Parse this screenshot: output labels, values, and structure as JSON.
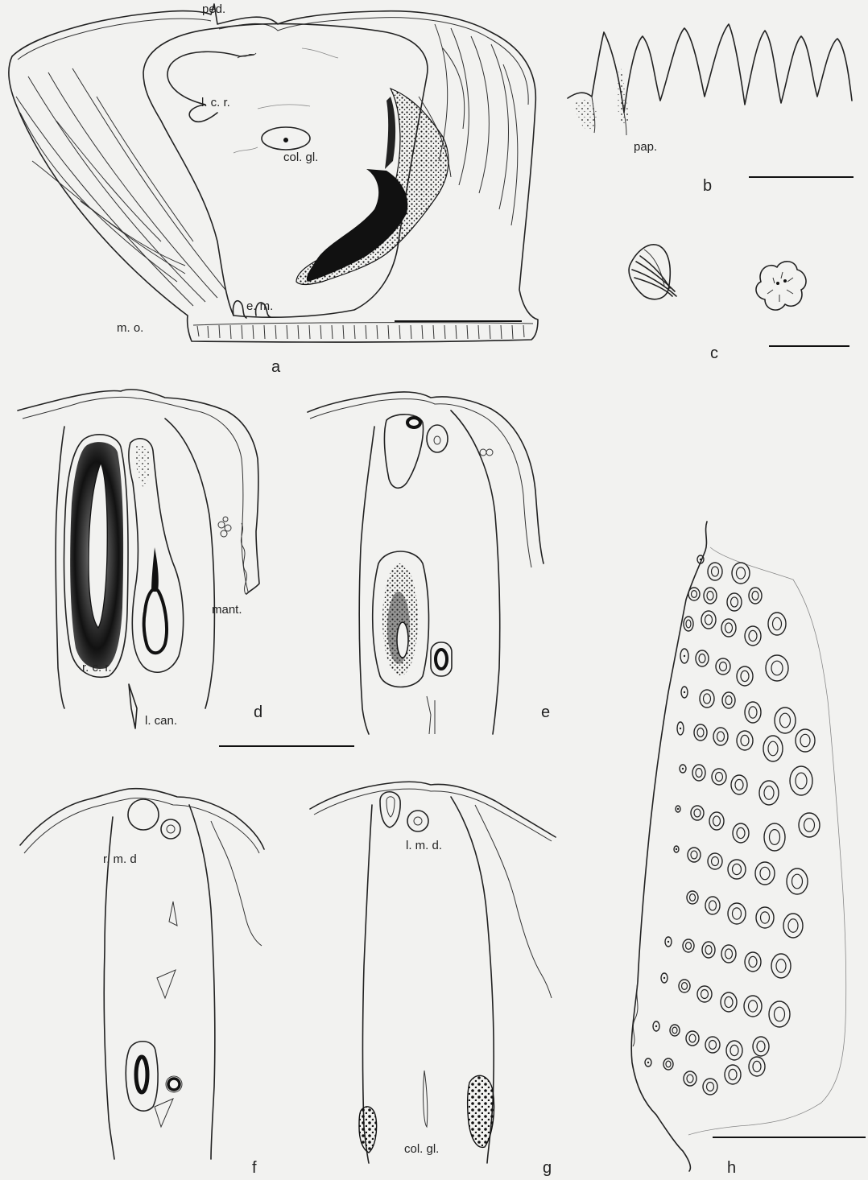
{
  "figure": {
    "panel_letters": [
      "a",
      "b",
      "c",
      "d",
      "e",
      "f",
      "g",
      "h"
    ],
    "labels": {
      "ped": "ped.",
      "lcr": "l. c. r.",
      "colgl_a": "col. gl.",
      "em": "e. m.",
      "mo": "m. o.",
      "pap": "pap.",
      "mant": "mant.",
      "rcr": "r. c. r.",
      "lcan": "l. can.",
      "rmd": "r. m. d",
      "lmd": "l. m. d.",
      "colgl_g": "col. gl."
    },
    "colors": {
      "background": "#f2f2f0",
      "ink": "#1c1c1c"
    }
  }
}
